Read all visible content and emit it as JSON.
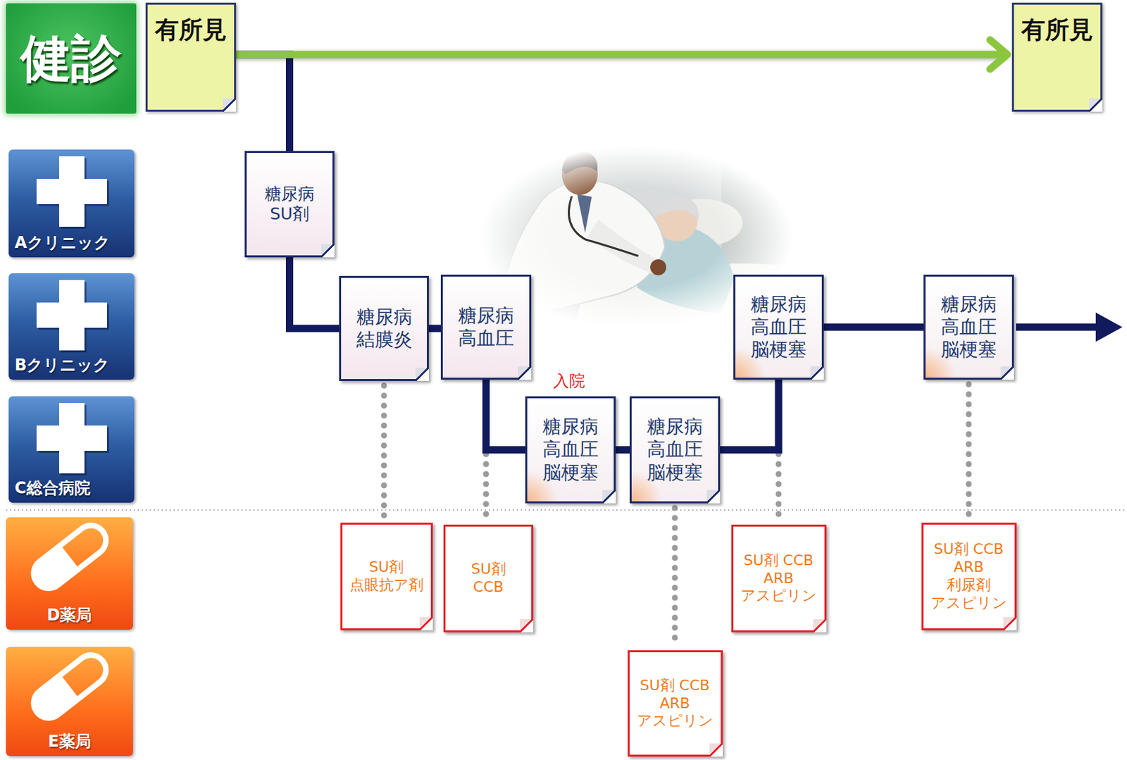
{
  "diagram": {
    "nodes": [
      {
        "text": [
          "健診"
        ]
      },
      {
        "text": [
          "有所見"
        ]
      },
      {
        "text": [
          "有所見"
        ]
      },
      {
        "text": [
          "Aクリニック"
        ]
      },
      {
        "text": [
          "糖尿病 SU剤"
        ]
      },
      {
        "text": [
          "Bクリニック"
        ]
      },
      {
        "text": [
          "糖尿病 結膜炎"
        ]
      },
      {
        "text": [
          "糖尿病 高血圧"
        ]
      },
      {
        "text": [
          "糖尿病 高血圧 脳梗塞"
        ]
      },
      {
        "text": [
          "糖尿病 高血圧 脳梗塞"
        ]
      },
      {
        "text": [
          "C総合病院"
        ]
      },
      {
        "text": [
          "糖尿病 高血圧 脳梗塞"
        ]
      },
      {
        "text": [
          "糖尿病 高血圧 脳梗塞"
        ]
      },
      {
        "text": [
          "D薬局"
        ]
      },
      {
        "text": [
          "SU剤 点眼抗ア剤"
        ]
      },
      {
        "text": [
          "SU剤 CCB"
        ]
      },
      {
        "text": [
          "SU剤 CCB ARB アスピリン"
        ]
      },
      {
        "text": [
          "SU剤 CCB ARB 利尿剤 アスピリン"
        ]
      },
      {
        "text": [
          "E薬局"
        ]
      },
      {
        "text": [
          "SU剤 CCB ARB アスピリン"
        ]
      }
    ],
    "edges": [
      {
        "from": 1,
        "to": 2,
        "arrow": "to"
      },
      {
        "from": 1,
        "to": 4,
        "arrow": "none"
      },
      {
        "from": 4,
        "to": 6,
        "arrow": "none"
      },
      {
        "from": 6,
        "to": 7,
        "arrow": "none"
      },
      {
        "from": 7,
        "to": 11,
        "arrow": "none"
      },
      {
        "from": 11,
        "to": 12,
        "arrow": "none"
      },
      {
        "from": 12,
        "to": 8,
        "arrow": "none"
      },
      {
        "from": 8,
        "to": 9,
        "arrow": "none"
      },
      {
        "from": 6,
        "to": 14,
        "arrow": "none"
      },
      {
        "from": 7,
        "to": 15,
        "arrow": "none"
      },
      {
        "from": 12,
        "to": 19,
        "arrow": "none"
      },
      {
        "from": 8,
        "to": 16,
        "arrow": "none"
      },
      {
        "from": 9,
        "to": 17,
        "arrow": "none"
      }
    ],
    "labels": [
      "入院"
    ]
  }
}
